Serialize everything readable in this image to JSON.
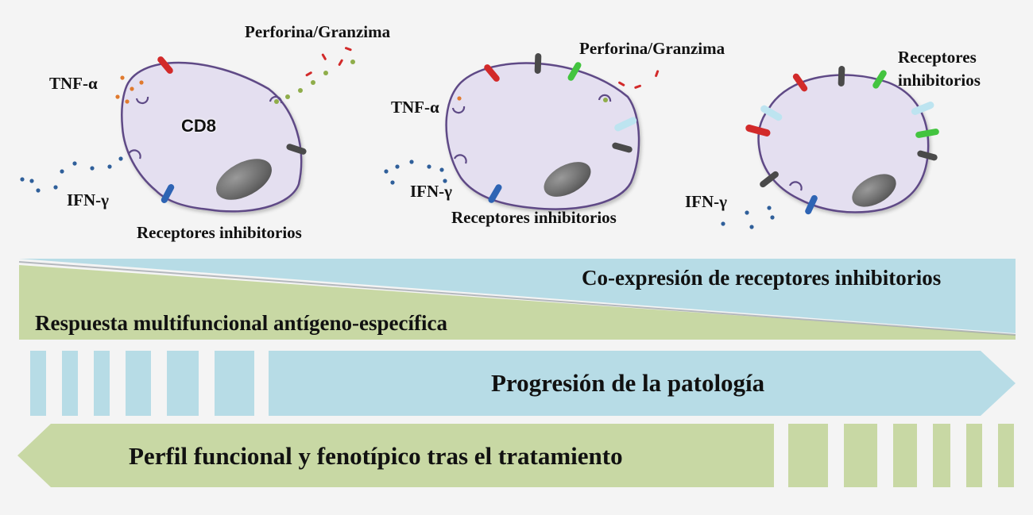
{
  "colors": {
    "background": "#f4f4f4",
    "cell_fill": "#e4dff0",
    "cell_outline": "#5e4a86",
    "blue_band": "#b7dce6",
    "green_band": "#c8d8a4",
    "receptor_red": "#d22a2a",
    "receptor_green": "#43c43f",
    "receptor_dark": "#4a4a4a",
    "receptor_blue": "#2e64b4",
    "receptor_light_blue": "#bde4f0",
    "nucleus": "#6b6b6b"
  },
  "cells": [
    {
      "cell_label": "CD8",
      "tnf_label": "TNF-α",
      "granule_label": "Perforina/Granzima",
      "ifn_label": "IFN-γ",
      "receptor_label": "Receptores inhibitorios"
    },
    {
      "tnf_label": "TNF-α",
      "granule_label": "Perforina/Granzima",
      "ifn_label": "IFN-γ",
      "receptor_label": "Receptores inhibitorios"
    },
    {
      "receptor_label": "Receptores\ninhibitorios",
      "ifn_label": "IFN-γ"
    }
  ],
  "bands": {
    "coexpression": "Co-expresión de receptores inhibitorios",
    "multifunctional": "Respuesta multifuncional antígeno-específica",
    "progression": "Progresión de la patología",
    "treatment_profile": "Perfil funcional y fenotípico tras el tratamiento"
  }
}
